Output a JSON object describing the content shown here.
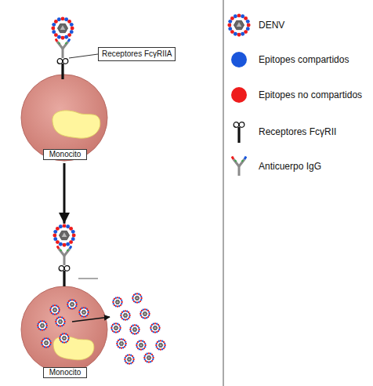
{
  "diagram": {
    "nodes": [
      {
        "text": [
          "Receptores FcγRIIA"
        ]
      },
      {
        "text": [
          "Monocito"
        ]
      },
      {
        "text": [
          "Monocito"
        ]
      }
    ],
    "edges": [
      {
        "from": 1,
        "to": 2,
        "arrow": "to"
      }
    ],
    "legend": [
      {
        "text": "DENV"
      },
      {
        "text": "Epitopes compartidos",
        "color": "#1a56db"
      },
      {
        "text": "Epitopes no compartidos",
        "color": "#ee1c1c"
      },
      {
        "text": "Receptores FcγRII"
      },
      {
        "text": "Anticuerpo IgG"
      }
    ]
  }
}
